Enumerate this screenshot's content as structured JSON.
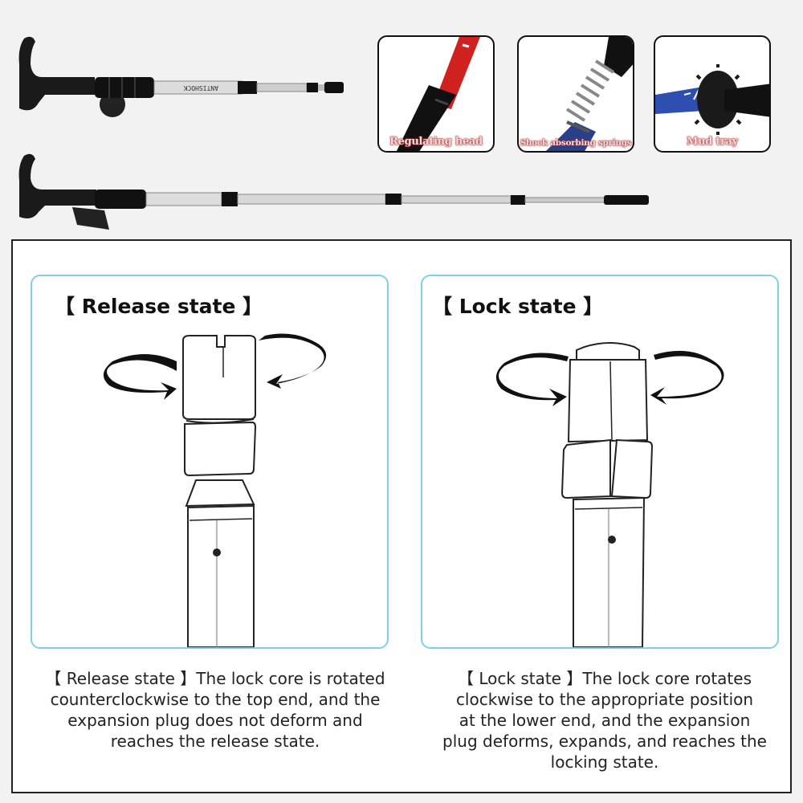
{
  "thumbnails": [
    {
      "label": "Regulating head",
      "icon": "regulating-head-detail"
    },
    {
      "label": "Shock absorbing springs",
      "icon": "shock-spring-detail"
    },
    {
      "label": "Mud tray",
      "icon": "mud-tray-detail"
    }
  ],
  "pole_brand": "ANTISHOCK",
  "release": {
    "title": "【 Release state 】",
    "desc_lines": [
      "【 Release state 】The lock core is rotated",
      "counterclockwise to the top end, and the",
      "expansion plug does not deform and",
      "reaches the release state."
    ]
  },
  "lock": {
    "title": "【 Lock state 】",
    "desc_lines": [
      "【 Lock state 】The lock core rotates",
      "clockwise to the appropriate position",
      "at the lower end, and the expansion",
      "plug deforms, expands, and reaches the",
      "locking state."
    ]
  },
  "colors": {
    "accent_border": "#7fd0e6",
    "label_red": "#b03030"
  }
}
